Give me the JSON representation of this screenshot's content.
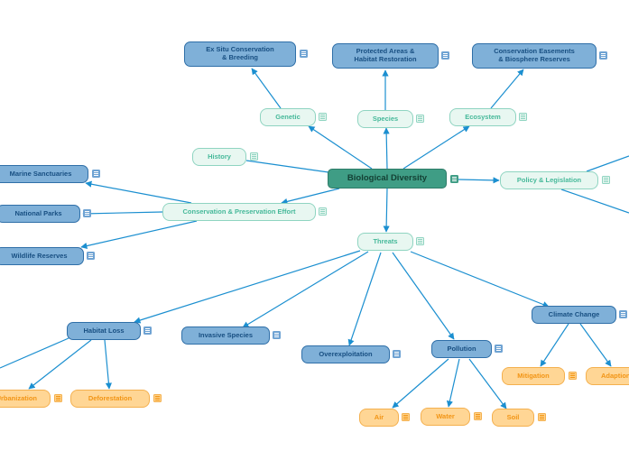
{
  "mindmap": {
    "central": "Biological Diversity",
    "topics": {
      "genetic": "Genetic",
      "species": "Species",
      "ecosystem": "Ecosystem",
      "history": "History",
      "conservation": "Conservation & Preservation Effort",
      "policy": "Policy & Legislation",
      "threats": "Threats"
    },
    "subtopics": {
      "ex_situ": "Ex Situ Conservation\n& Breeding",
      "protected_areas": "Protected Areas &\nHabitat Restoration",
      "easements": "Conservation Easements\n& Biosphere Reserves",
      "marine_sanctuaries": "Marine Sanctuaries",
      "national_parks": "National Parks",
      "wildlife_reserves": "Wildlife Reserves",
      "habitat_loss": "Habitat Loss",
      "invasive_species": "Invasive Species",
      "overexploitation": "Overexploitation",
      "pollution": "Pollution",
      "climate_change": "Climate Change"
    },
    "leaves": {
      "urbanization": "Urbanization",
      "deforestation": "Deforestation",
      "air": "Air",
      "water": "Water",
      "soil": "Soil",
      "mitigation": "Mitigation",
      "adaption": "Adaption"
    }
  },
  "colors": {
    "central": "#3f9d85",
    "subtopic_fill": "#7fb0d8",
    "topic_fill": "#e8f7f1",
    "leaf_fill": "#ffd695",
    "connector": "#1b8fd0"
  }
}
